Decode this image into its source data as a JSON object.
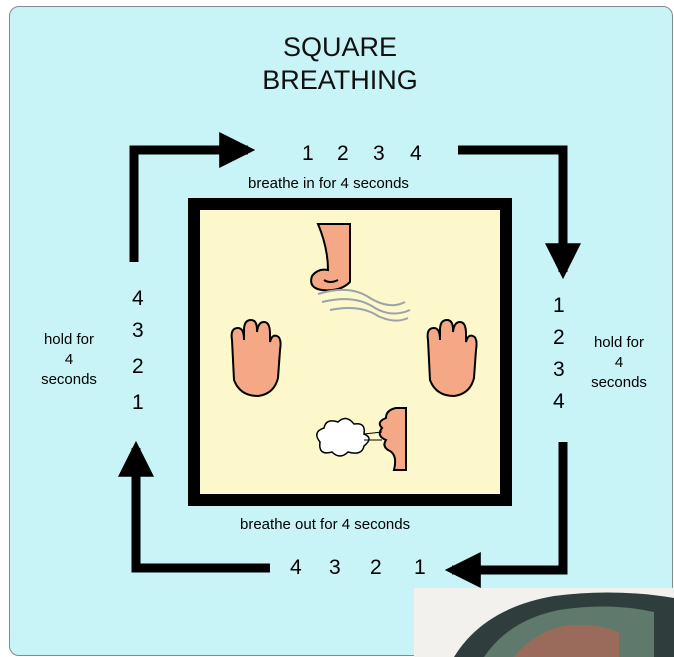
{
  "diagram": {
    "title_line1": "SQUARE",
    "title_line2": "BREATHING",
    "top_count": [
      "1",
      "2",
      "3",
      "4"
    ],
    "top_caption": "breathe in for 4 seconds",
    "right_count": [
      "1",
      "2",
      "3",
      "4"
    ],
    "right_caption": [
      "hold for",
      "4",
      "seconds"
    ],
    "bottom_count": [
      "4",
      "3",
      "2",
      "1"
    ],
    "bottom_caption": "breathe out for 4 seconds",
    "left_count": [
      "4",
      "3",
      "2",
      "1"
    ],
    "left_caption": [
      "hold for",
      "4",
      "seconds"
    ]
  },
  "colors": {
    "panel_background": "#c8f3f7",
    "square_fill": "#fdf8cc",
    "square_border": "#000000",
    "skin": "#f4a886"
  },
  "icons": [
    "nose-icon",
    "breath-mist-icon",
    "left-hand-icon",
    "right-hand-icon",
    "face-exhaling-icon",
    "exhale-cloud-icon",
    "arrow-icon"
  ]
}
